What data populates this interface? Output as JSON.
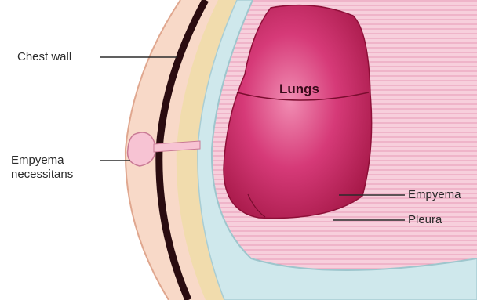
{
  "labels": {
    "chest_wall": "Chest wall",
    "empyema_necessitans_line1": "Empyema",
    "empyema_necessitans_line2": "necessitans",
    "lungs": "Lungs",
    "empyema": "Empyema",
    "pleura": "Pleura"
  },
  "colors": {
    "skin": "#f6d3c0",
    "chest_wall_band": "#2a0c10",
    "tissue_layer": "#f0d9a9",
    "pleura_membrane": "#cfe9ec",
    "empyema_fill": "#f6c8d7",
    "empyema_lines": "#e49ab4",
    "lung_light": "#e85a92",
    "lung_dark": "#b3154a",
    "leader_line": "#2b2b2b",
    "label_text": "#2b2b2b"
  }
}
